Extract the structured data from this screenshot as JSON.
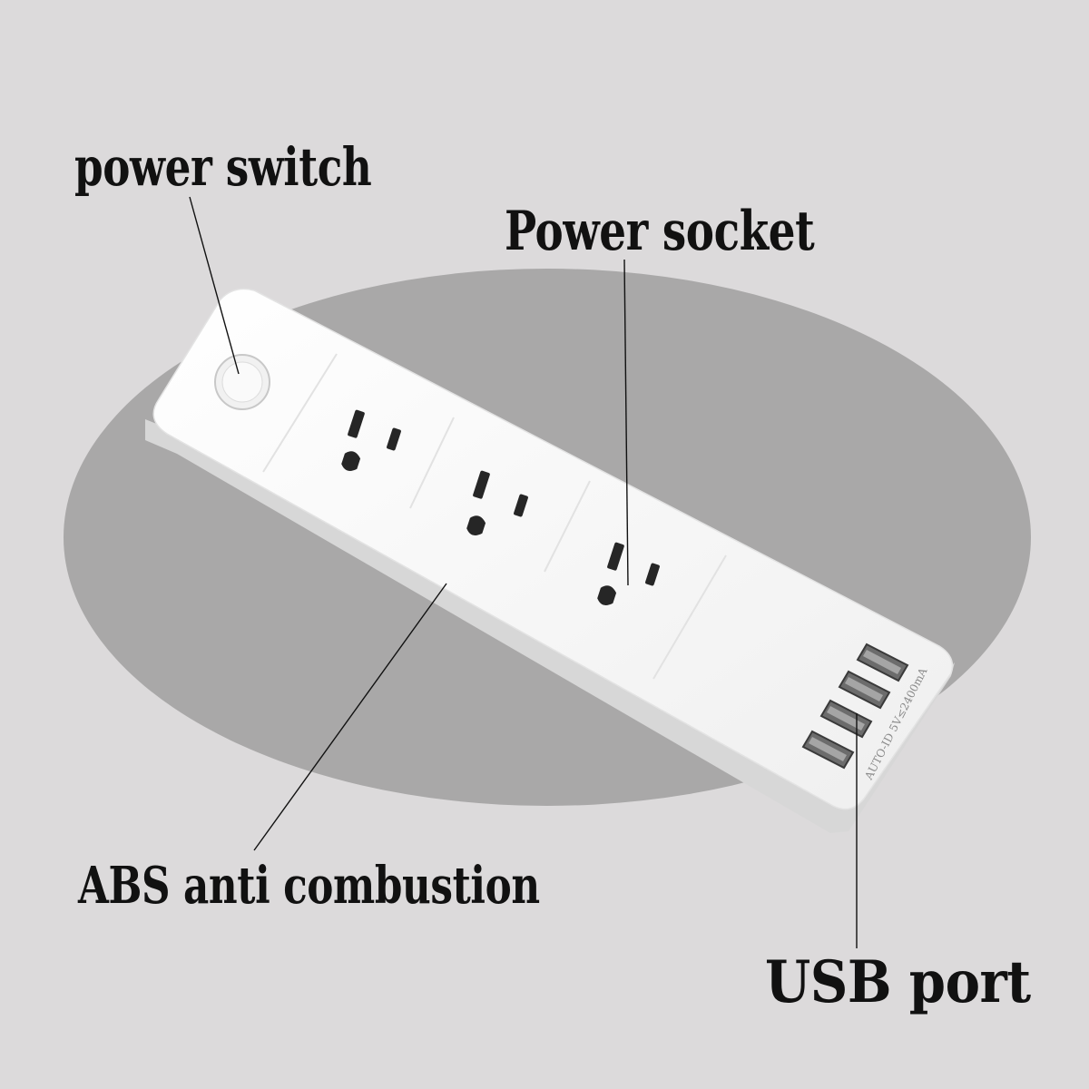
{
  "labels": {
    "power_switch": "power switch",
    "power_socket": "Power socket",
    "abs": "ABS anti combustion",
    "usb_port": "USB port"
  },
  "device": {
    "usb_marking": "AUTO-ID  5V≤2400mA",
    "outlet_count": 3,
    "usb_count": 4
  },
  "colors": {
    "background": "#dcdadb",
    "ellipse": "#a9a8a8",
    "body": "#f6f6f6",
    "side": "#d9d9d9",
    "text": "#111111"
  }
}
